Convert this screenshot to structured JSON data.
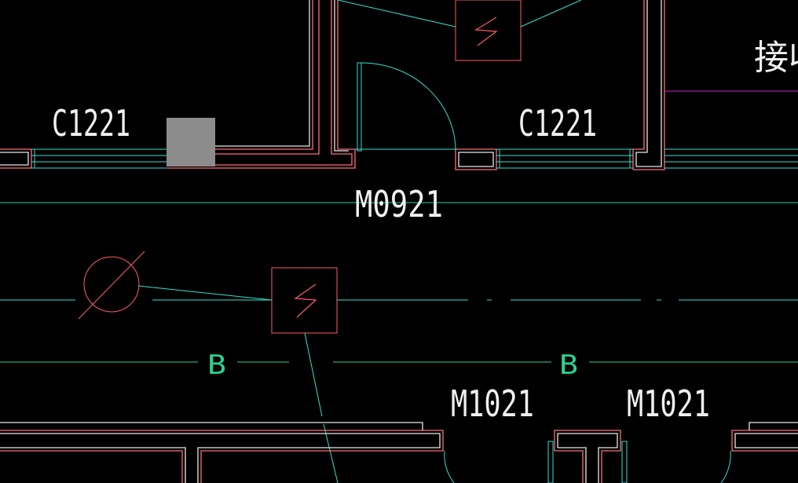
{
  "colors": {
    "background": "#000000",
    "wall_outer": "#ff6b7a",
    "wall_inner": "#e8e8e8",
    "cyan": "#33e0d0",
    "axis_green": "#2ccf9a",
    "annotation_white": "#f0f0f0",
    "symbol_red": "#ff5a6a",
    "magenta": "#d020d0",
    "block_gray": "#8c8c8c"
  },
  "labels": {
    "window_label_left": "C1221",
    "window_label_right": "C1221",
    "door_label_top": "M0921",
    "door_label_bottom_left": "M1021",
    "door_label_bottom_right": "M1021",
    "axis_label_left": "B",
    "axis_label_right": "B",
    "room_label_partial": "接收"
  },
  "icons": {
    "electric_box_top": "electric-box-symbol",
    "electric_box_middle": "electric-box-symbol",
    "lamp_symbol": "ceiling-lamp-symbol"
  }
}
